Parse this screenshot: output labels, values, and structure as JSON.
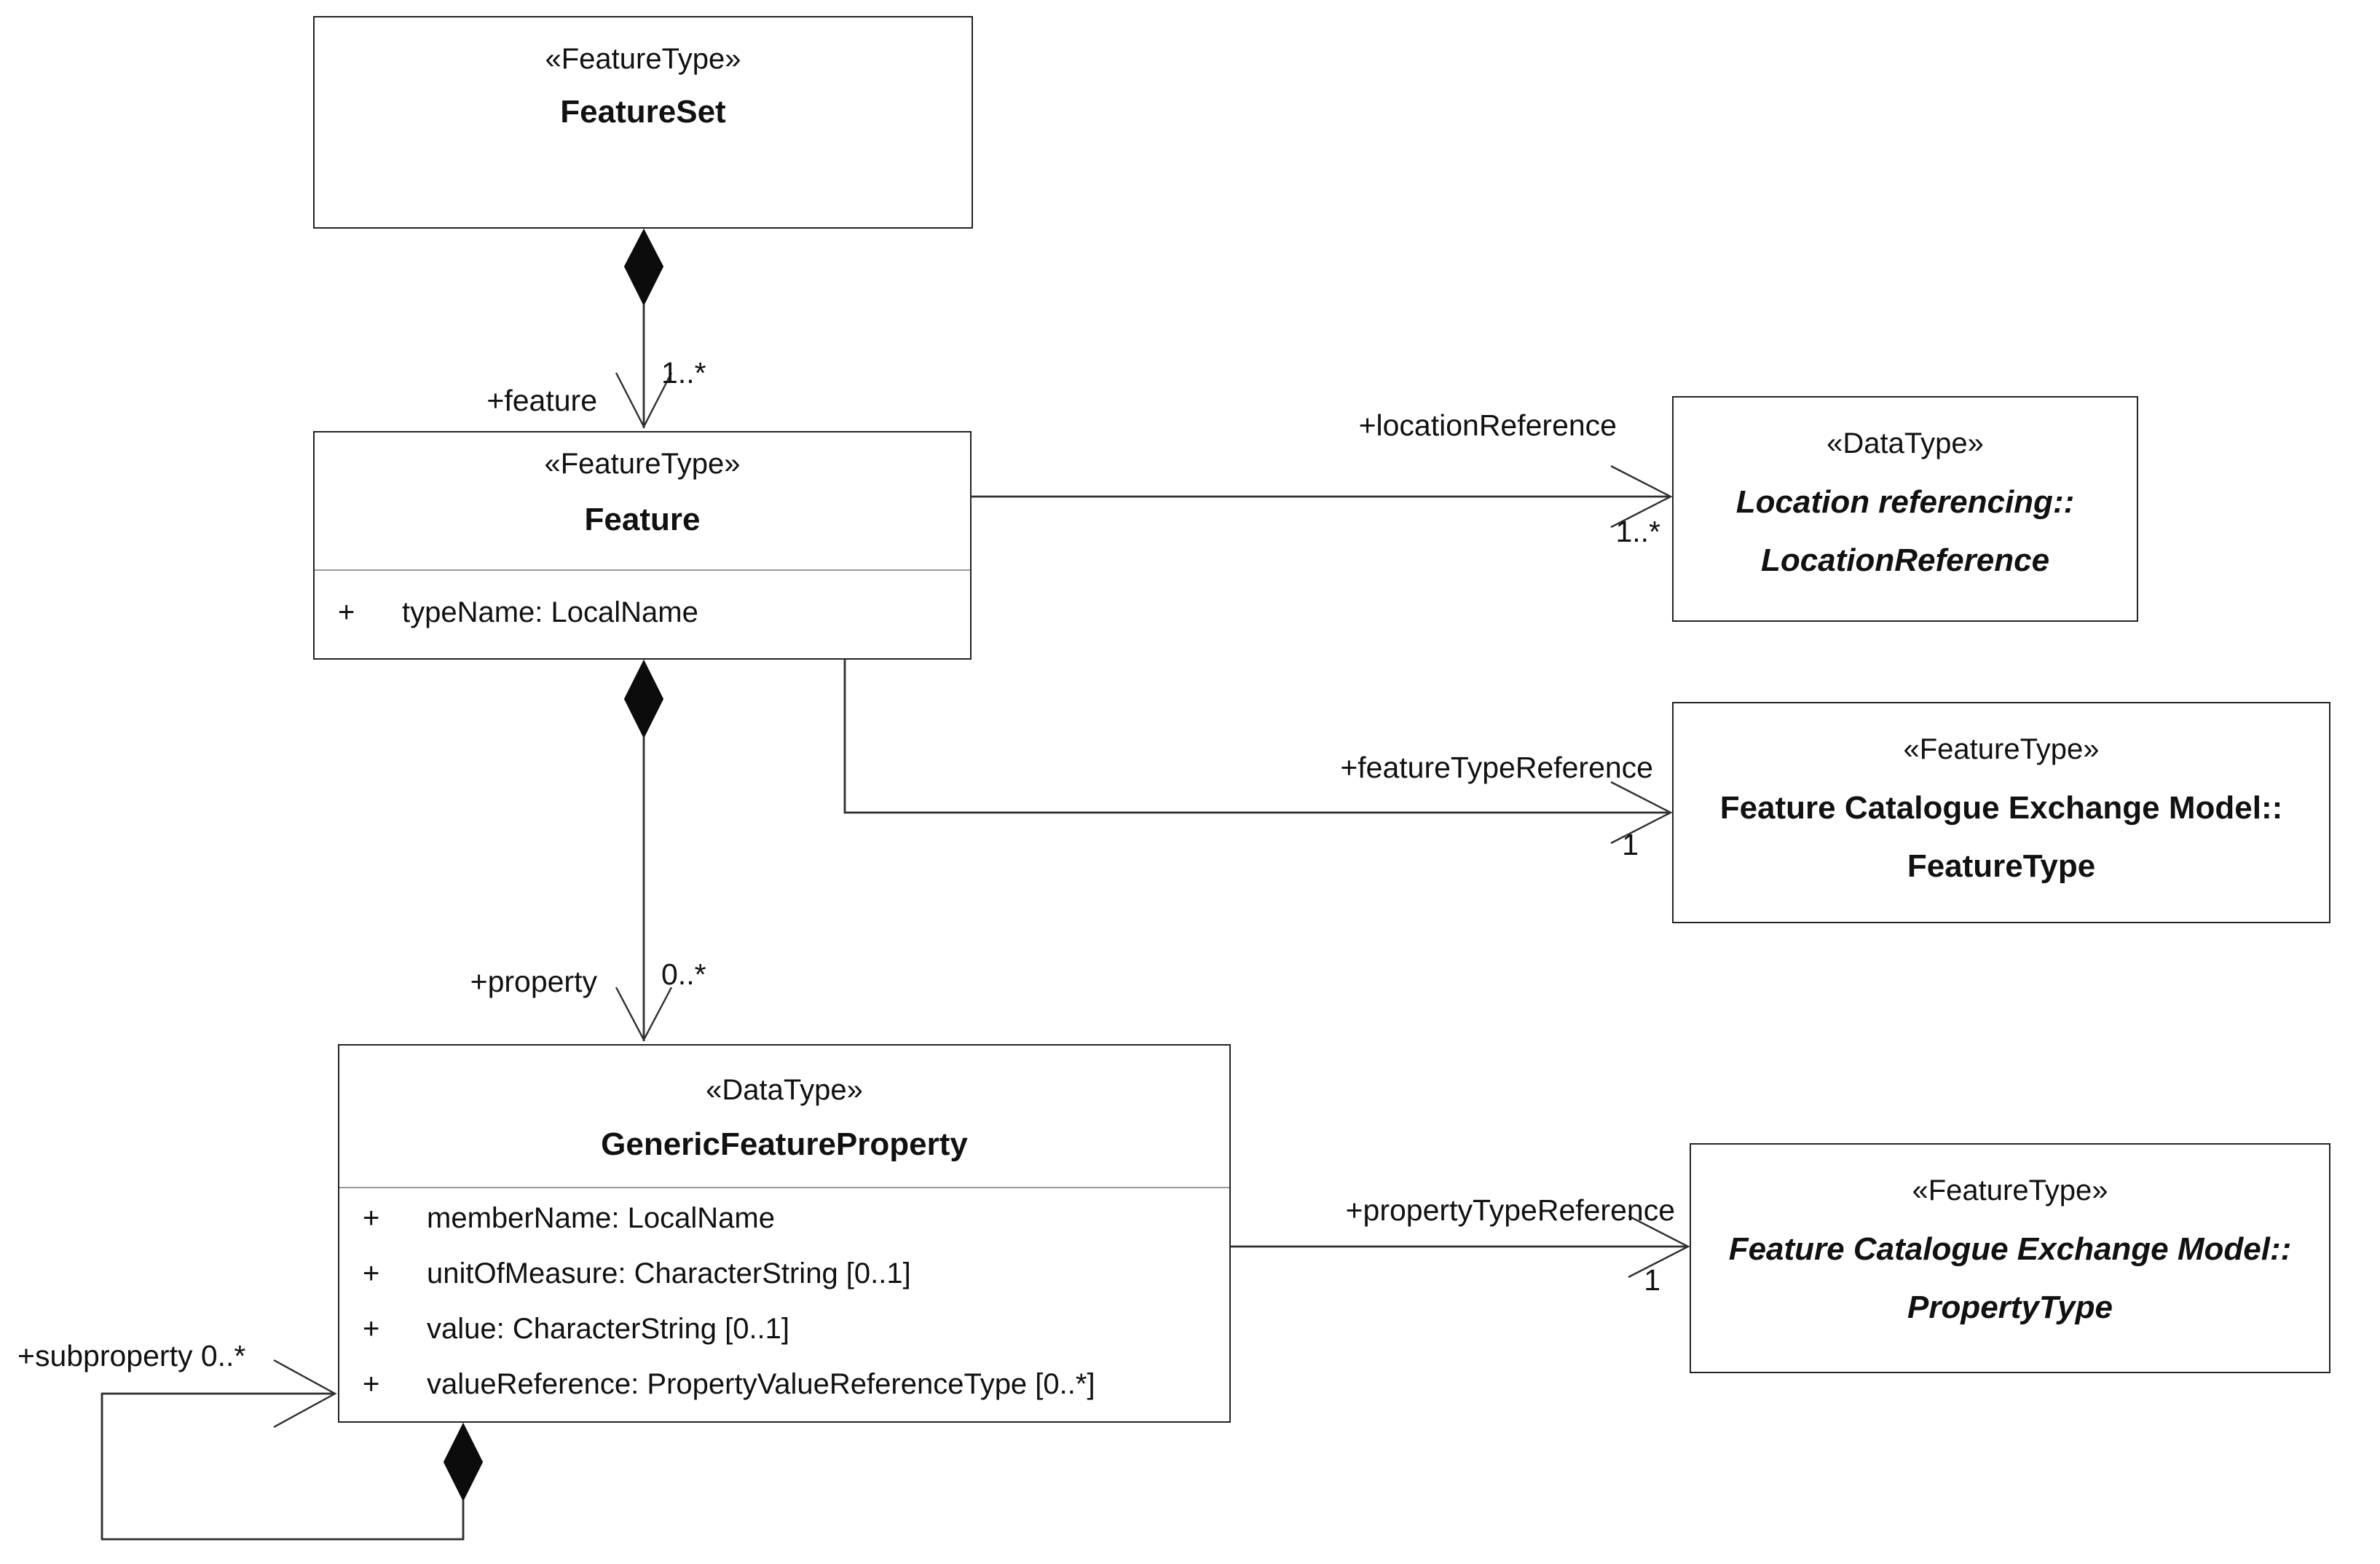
{
  "colors": {
    "bg": "#ffffff",
    "ink": "#111111",
    "line": "#2f2f2f",
    "border": "#232323",
    "divider": "#9a9a9a"
  },
  "classes": [
    {
      "stereotype": "«FeatureType»",
      "name1": "FeatureSet"
    },
    {
      "stereotype": "«FeatureType»",
      "name1": "Feature",
      "attributes": [
        {
          "v": "+",
          "t": "typeName: LocalName"
        }
      ]
    },
    {
      "stereotype": "«DataType»",
      "name1": "Location referencing::",
      "name2": "LocationReference"
    },
    {
      "stereotype": "«FeatureType»",
      "name1": "Feature Catalogue Exchange Model::",
      "name2": "FeatureType"
    },
    {
      "stereotype": "«DataType»",
      "name1": "GenericFeatureProperty",
      "attributes": [
        {
          "v": "+",
          "t": "memberName: LocalName"
        },
        {
          "v": "+",
          "t": "unitOfMeasure: CharacterString [0..1]"
        },
        {
          "v": "+",
          "t": "value: CharacterString [0..1]"
        },
        {
          "v": "+",
          "t": "valueReference: PropertyValueReferenceType [0..*]"
        }
      ]
    },
    {
      "stereotype": "«FeatureType»",
      "name1": "Feature Catalogue Exchange Model::",
      "name2": "PropertyType"
    }
  ],
  "edges": {
    "feature": {
      "role": "+feature",
      "multiplicity": "1..*"
    },
    "locationReference": {
      "role": "+locationReference",
      "multiplicity": "1..*"
    },
    "featureTypeReference": {
      "role": "+featureTypeReference",
      "multiplicity": "1"
    },
    "property": {
      "role": "+property",
      "multiplicity": "0..*"
    },
    "propertyTypeReference": {
      "role": "+propertyTypeReference",
      "multiplicity": "1"
    },
    "subproperty": {
      "role": "+subproperty 0..*"
    }
  }
}
